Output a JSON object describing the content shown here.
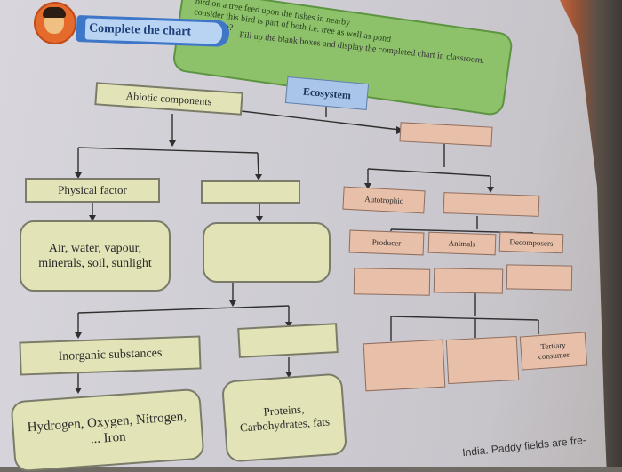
{
  "header": {
    "tip_line1": "bird on a tree feed upon the fishes in nearby",
    "tip_line2": "consider this bird is part of both i.e. tree as well as pond",
    "tip_line3": "ecosystem?",
    "banner_label": "Complete the chart",
    "instruction": "Fill up the blank boxes and display the completed chart in classroom."
  },
  "chart": {
    "root": "Ecosystem",
    "abiotic": "Abiotic components",
    "physical_factor": "Physical factor",
    "physical_examples": "Air, water, vapour, minerals, soil, sunlight",
    "inorganic": "Inorganic substances",
    "inorganic_examples": "Hydrogen, Oxygen, Nitrogen, ... Iron",
    "organic_examples": "Proteins, Carbohydrates, fats",
    "autotrophic": "Autotrophic",
    "producer": "Producer",
    "animals": "Animals",
    "decomposers": "Decomposers",
    "tertiary": "Tertiary consumer"
  },
  "footer": {
    "text": "India. Paddy fields are fre-"
  },
  "colors": {
    "green_box": "#e3e3b8",
    "pink_box": "#e8bfa8",
    "blue_box": "#a9c5ea",
    "tip_bg": "#8ec26a"
  }
}
